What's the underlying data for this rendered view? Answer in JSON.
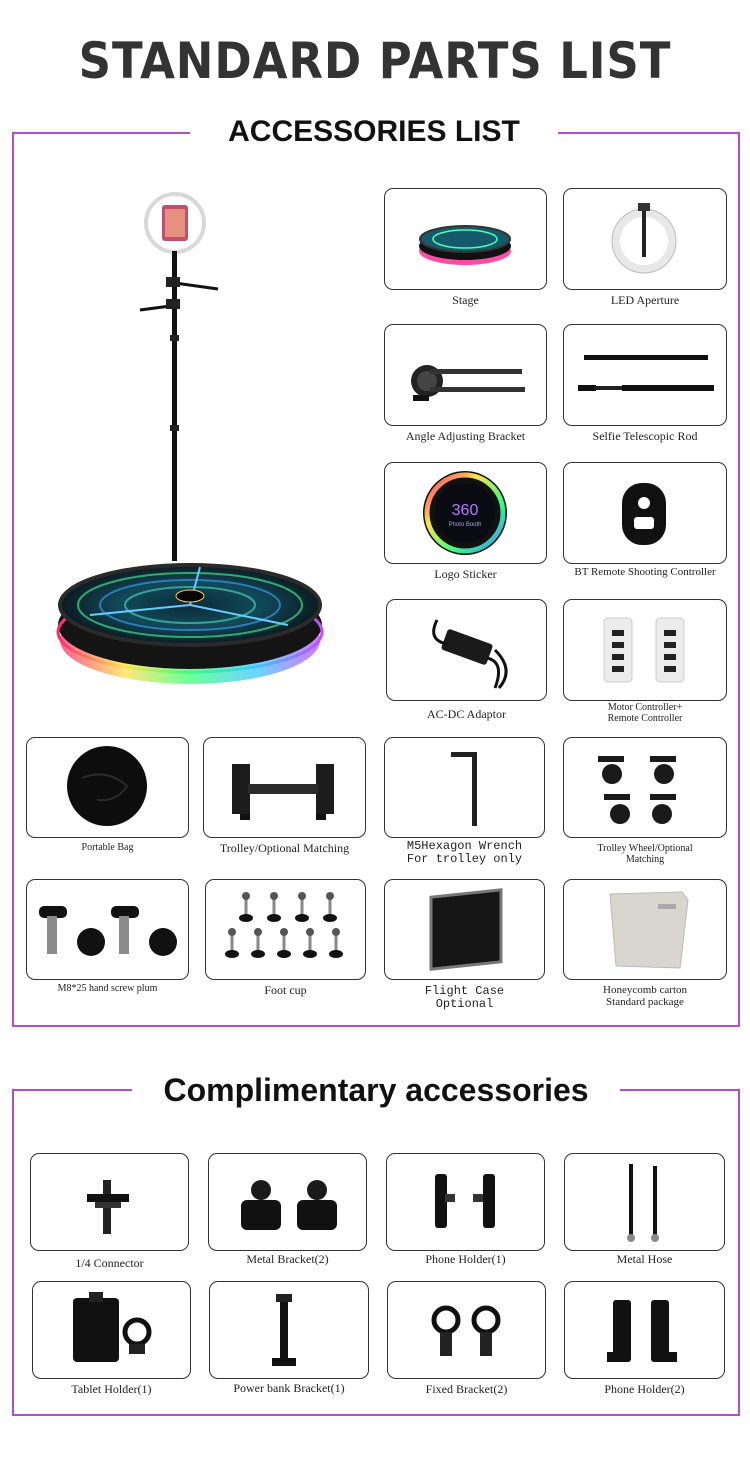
{
  "title": "STANDARD PARTS LIST",
  "accessories": {
    "heading": "ACCESSORIES LIST",
    "items": [
      {
        "label": "Stage"
      },
      {
        "label": "LED Aperture"
      },
      {
        "label": "Angle Adjusting Bracket"
      },
      {
        "label": "Selfie Telescopic Rod"
      },
      {
        "label": "Logo Sticker",
        "logo_text": "360",
        "logo_sub": "Photo Booth"
      },
      {
        "label": "BT Remote Shooting Controller"
      },
      {
        "label": "AC-DC Adaptor"
      },
      {
        "label": "Motor Controller+\nRemote Controller"
      },
      {
        "label": "Portable Bag"
      },
      {
        "label": "Trolley/Optional Matching"
      },
      {
        "label": "M5Hexagon Wrench\nFor trolley only"
      },
      {
        "label": "Trolley Wheel/Optional\nMatching"
      },
      {
        "label": "M8*25 hand screw plum"
      },
      {
        "label": "Foot cup"
      },
      {
        "label": "Flight Case\nOptional"
      },
      {
        "label": "Honeycomb carton\nStandard package"
      }
    ]
  },
  "complimentary": {
    "heading": "Complimentary accessories",
    "items": [
      {
        "label": "1/4 Connector"
      },
      {
        "label": "Metal Bracket(2)"
      },
      {
        "label": "Phone Holder(1)"
      },
      {
        "label": "Metal Hose"
      },
      {
        "label": "Tablet Holder(1)"
      },
      {
        "label": "Power bank Bracket(1)"
      },
      {
        "label": "Fixed Bracket(2)"
      },
      {
        "label": "Phone Holder(2)"
      }
    ]
  },
  "colors": {
    "frame": "#b44bc9",
    "box_border": "#333333"
  }
}
